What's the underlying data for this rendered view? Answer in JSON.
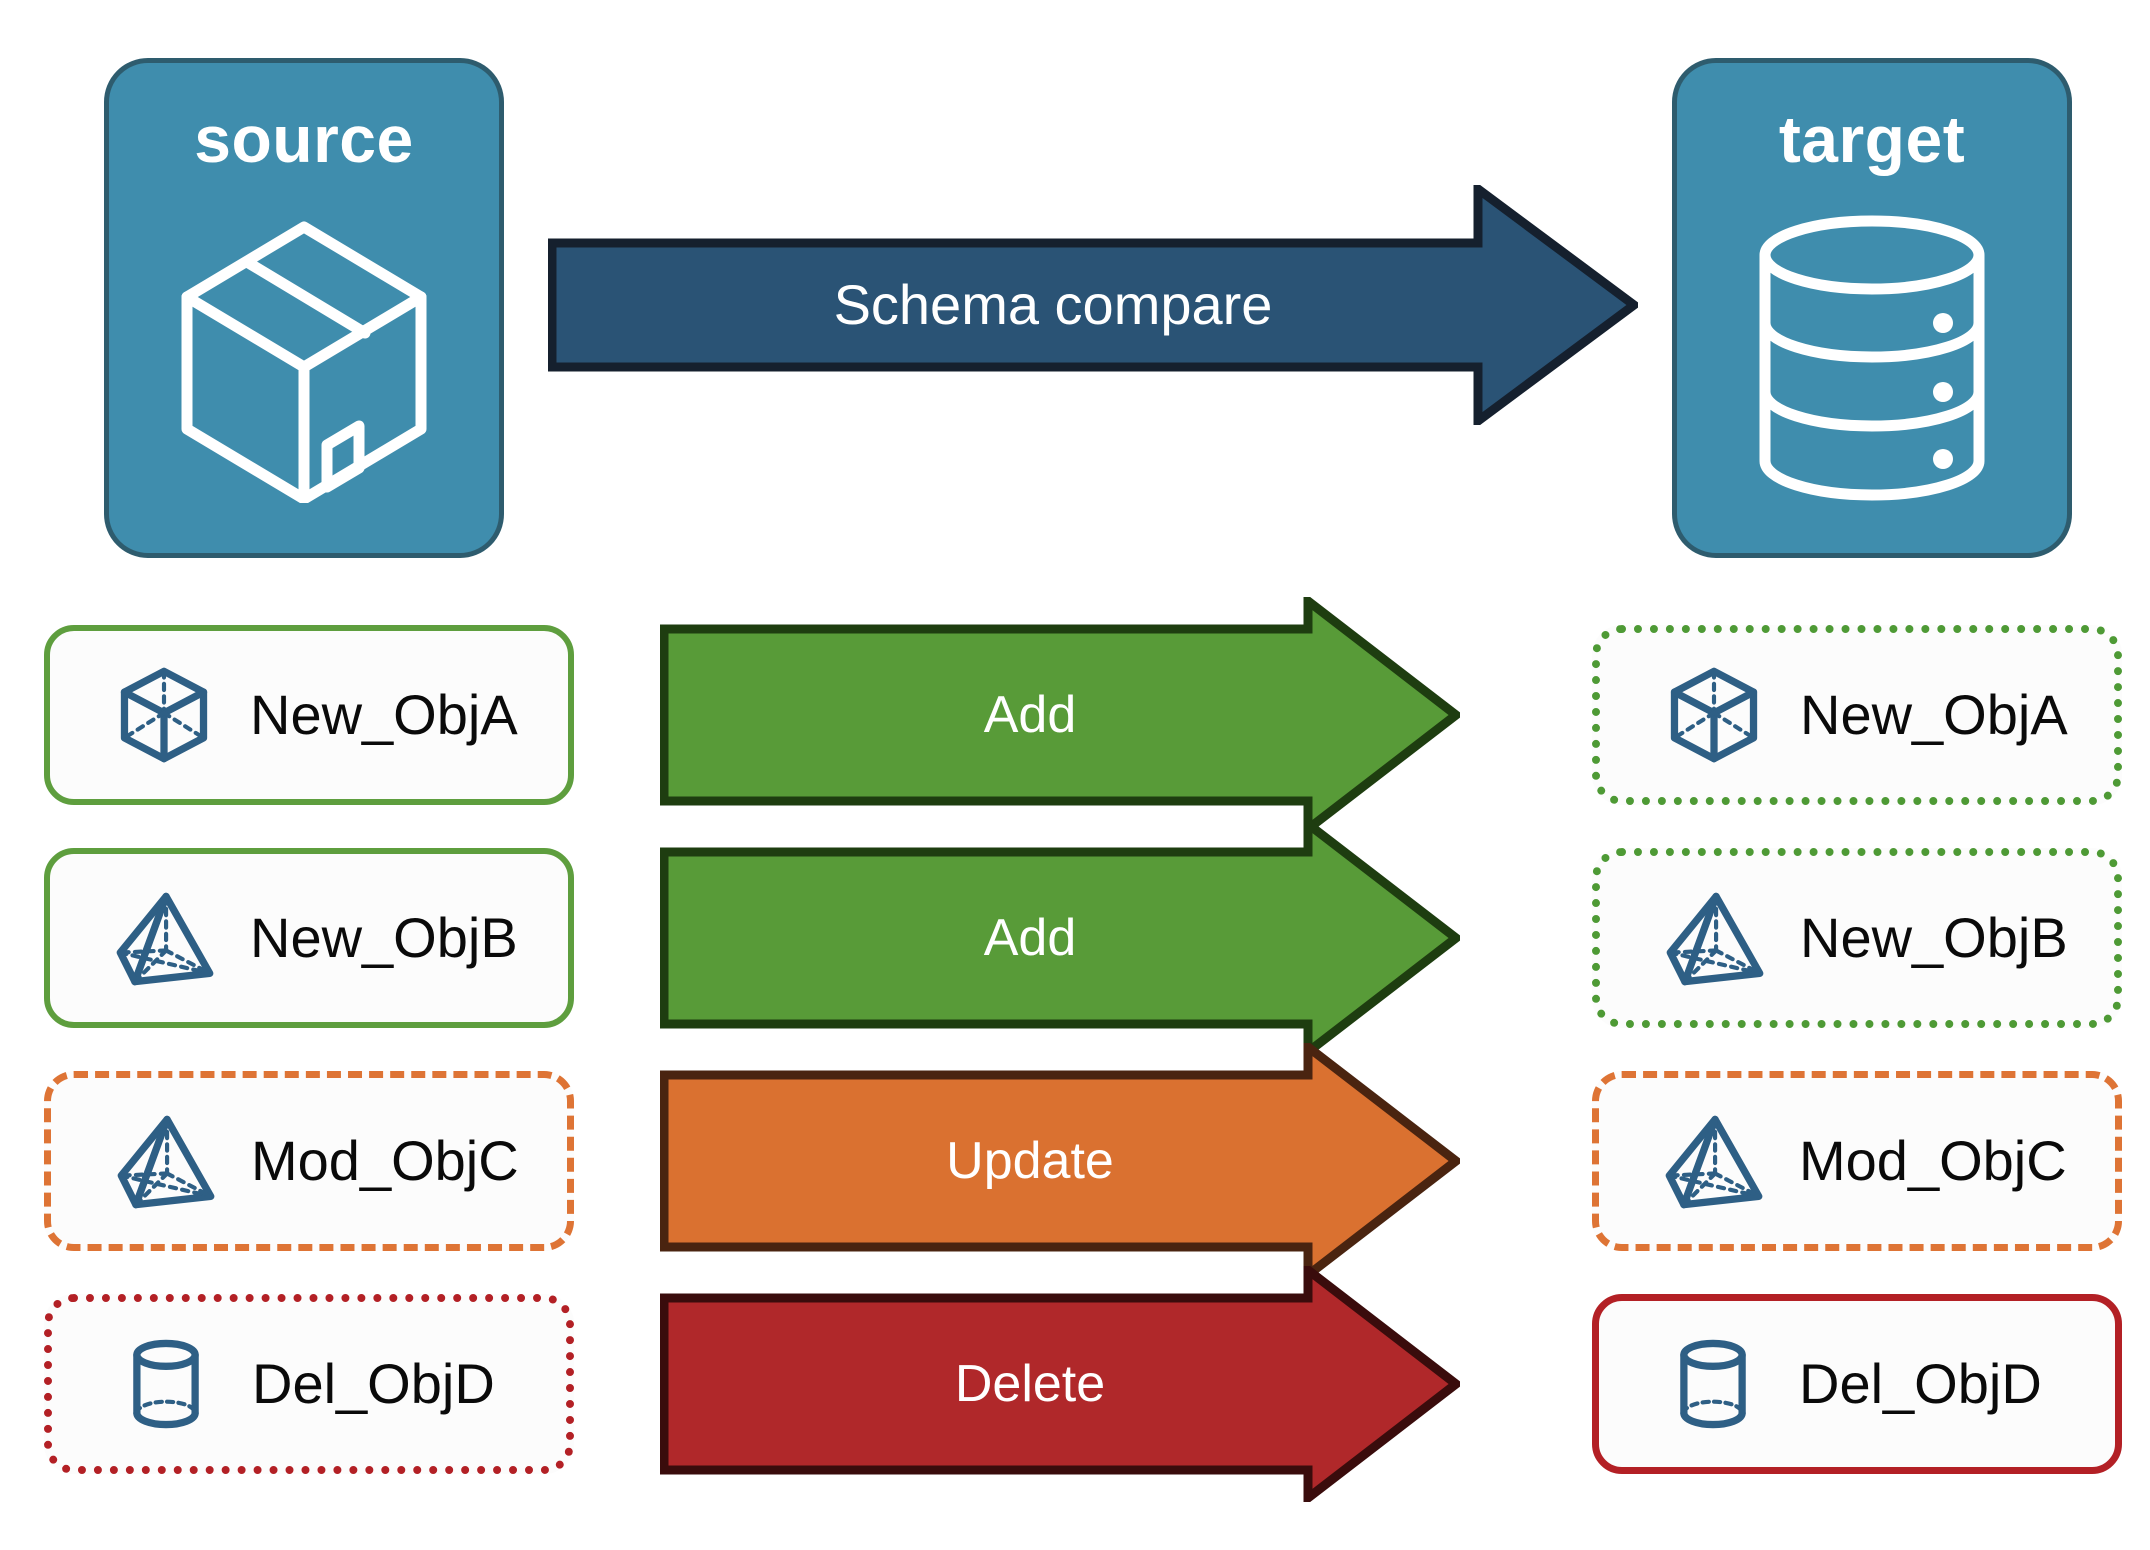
{
  "endpoints": {
    "source": {
      "title": "source",
      "icon": "package-box-icon"
    },
    "target": {
      "title": "target",
      "icon": "database-cylinder-icon"
    }
  },
  "main_arrow": {
    "label": "Schema compare",
    "fill": "#2A5375",
    "stroke": "#15202E",
    "text_color": "#FFFFFF"
  },
  "rows": [
    {
      "source": {
        "label": "New_ObjA",
        "icon": "wireframe-cube-icon",
        "border_style": "solid",
        "border_color": "#5E9E3E"
      },
      "arrow": {
        "label": "Add",
        "fill": "#589B38",
        "stroke": "#1E3D10"
      },
      "target": {
        "label": "New_ObjA",
        "icon": "wireframe-cube-icon",
        "border_style": "dotted",
        "border_color": "#4E9A35"
      }
    },
    {
      "source": {
        "label": "New_ObjB",
        "icon": "wireframe-pyramid-icon",
        "border_style": "solid",
        "border_color": "#5E9E3E"
      },
      "arrow": {
        "label": "Add",
        "fill": "#589B38",
        "stroke": "#1E3D10"
      },
      "target": {
        "label": "New_ObjB",
        "icon": "wireframe-pyramid-icon",
        "border_style": "dotted",
        "border_color": "#4E9A35"
      }
    },
    {
      "source": {
        "label": "Mod_ObjC",
        "icon": "wireframe-pyramid-icon",
        "border_style": "dashed",
        "border_color": "#DE7435"
      },
      "arrow": {
        "label": "Update",
        "fill": "#DA7130",
        "stroke": "#4A2410"
      },
      "target": {
        "label": "Mod_ObjC",
        "icon": "wireframe-pyramid-icon",
        "border_style": "dashed",
        "border_color": "#DE7435"
      }
    },
    {
      "source": {
        "label": "Del_ObjD",
        "icon": "wireframe-cylinder-icon",
        "border_style": "dotted",
        "border_color": "#B32025"
      },
      "arrow": {
        "label": "Delete",
        "fill": "#B0282A",
        "stroke": "#3A0C0C"
      },
      "target": {
        "label": "Del_ObjD",
        "icon": "wireframe-cylinder-icon",
        "border_style": "solid",
        "border_color": "#B32025"
      }
    }
  ],
  "palette": {
    "card_fill": "#3F8DAD",
    "card_stroke": "#2E5C6E",
    "icon_blue": "#2E5F85",
    "background": "#FFFFFF"
  }
}
